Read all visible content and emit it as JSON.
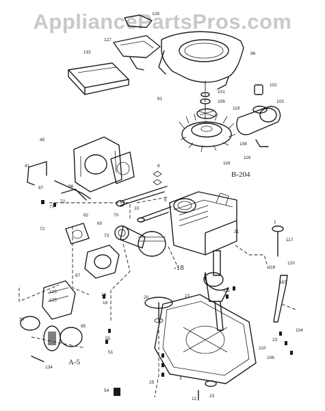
{
  "watermark": "AppliancePartsPros.com",
  "reference_labels": {
    "b204": "B-204",
    "a5": "A-5",
    "r18": "-18"
  },
  "callouts": [
    "128",
    "127",
    "132",
    "96",
    "101",
    "106",
    "61",
    "102",
    "103",
    "119",
    "108",
    "116",
    "116",
    "45",
    "41",
    "87",
    "77",
    "72",
    "86",
    "1",
    "72",
    "62",
    "60",
    "70",
    "73",
    "10",
    "6",
    "5",
    "87",
    "125",
    "125",
    "30",
    "95",
    "55",
    "51",
    "16",
    "18",
    "20",
    "27",
    "12",
    "23",
    "3",
    "25",
    "54",
    "134",
    "21",
    "117",
    "120",
    "167",
    "116",
    "111",
    "104",
    "110",
    "106",
    "23"
  ]
}
